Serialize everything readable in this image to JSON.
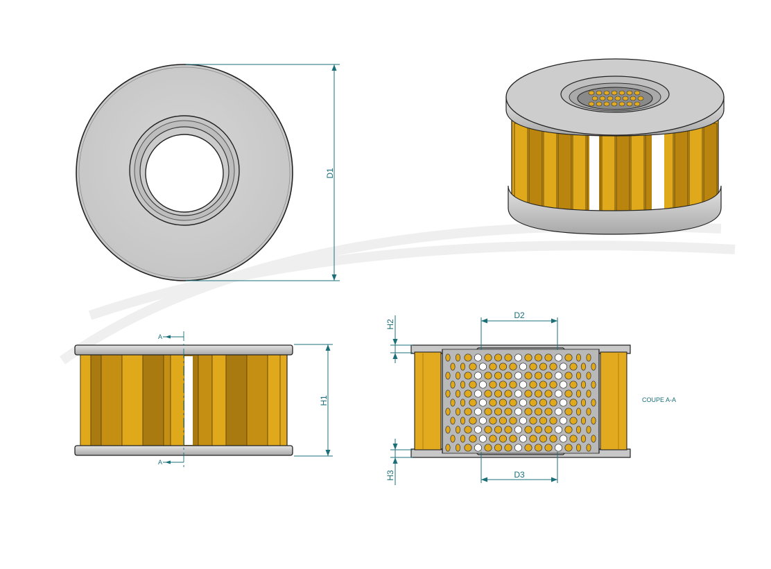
{
  "labels": {
    "d1": "D1",
    "d2": "D2",
    "d3": "D3",
    "h1": "H1",
    "h2": "H2",
    "h3": "H3",
    "section_mark_top": "A",
    "section_mark_bottom": "A",
    "section_title": "COUPE A-A"
  },
  "colors": {
    "paper_yellow": "#e0a91c",
    "paper_dark": "#a87a10",
    "cap_grey": "#cfcfcf",
    "cap_edge": "#9a9a9a",
    "mesh_grey": "#bdbdbd",
    "dimension": "#1a6f78",
    "outline": "#1c1c1c"
  }
}
